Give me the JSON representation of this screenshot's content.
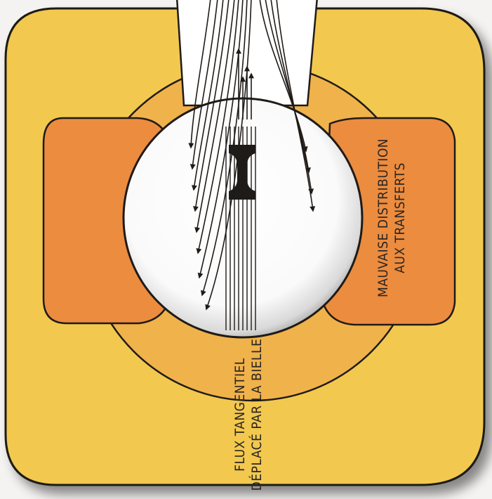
{
  "labels": {
    "right_line1": "MAUVAISE DISTRIBUTION",
    "right_line2": "AUX TRANSFERTS",
    "bottom_line1": "FLUX TANGENTIEL",
    "bottom_line2": "DÉPLACÉ PAR LA BIELLE"
  },
  "colors": {
    "background": "#f4f3f1",
    "cylinder_block": "#f2c84f",
    "chamber_ring": "#f0b24a",
    "transfer_ports": "#ec8c3f",
    "outline": "#1f1b18",
    "crank_area": "#ffffff"
  }
}
